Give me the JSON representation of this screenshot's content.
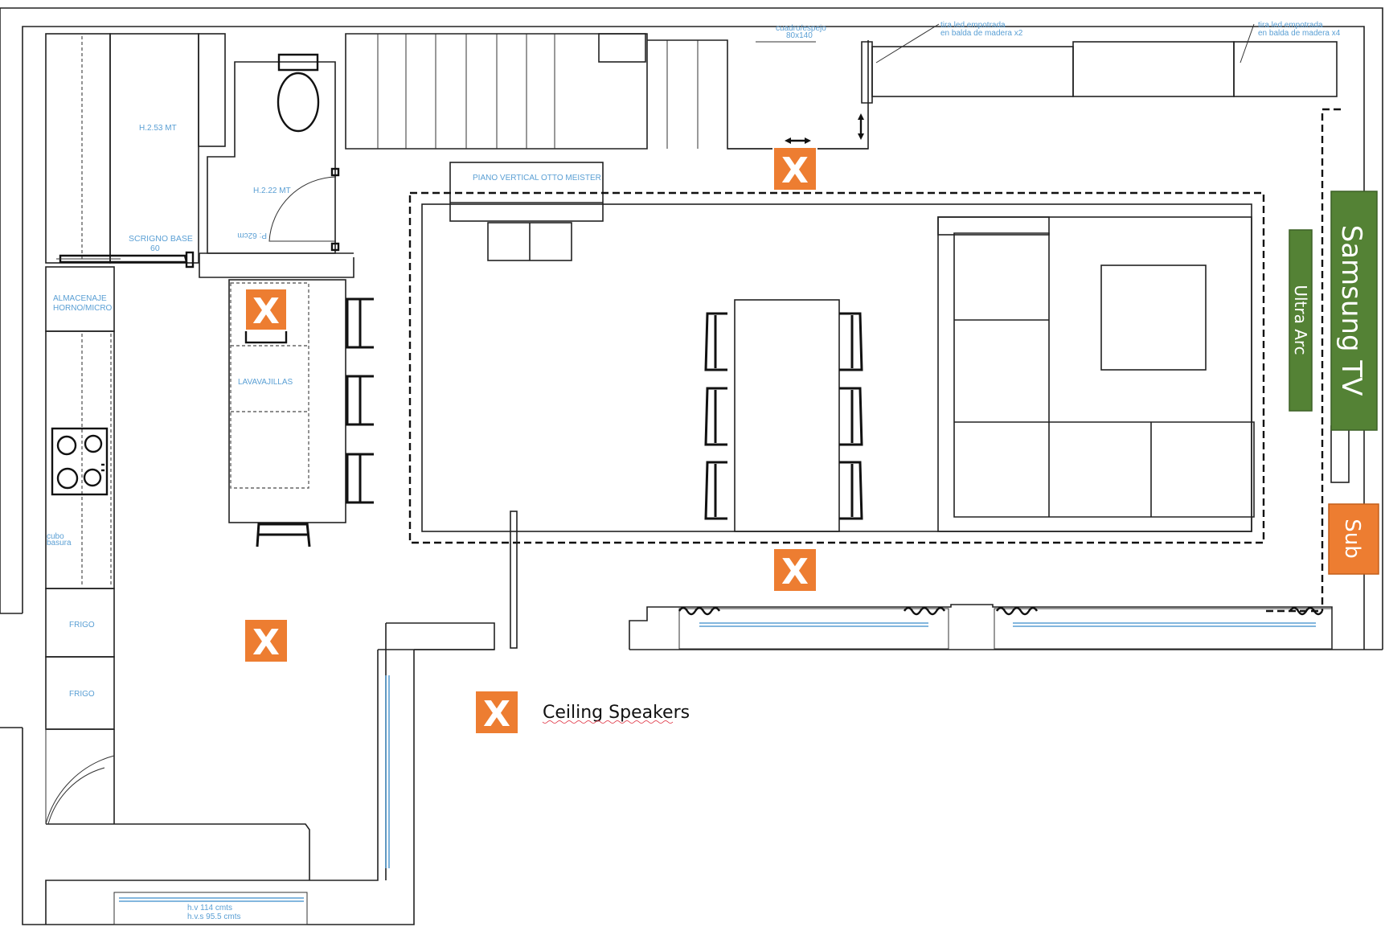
{
  "labels": {
    "h253": "H.2.53 MT",
    "h222": "H.2.22 MT",
    "door_width": "P: 62cm",
    "scrigno": "SCRIGNO BASE",
    "scrigno_size": "60",
    "almacenaje_1": "ALMACENAJE",
    "almacenaje_2": "HORNO/MICRO",
    "lavavajillas": "LAVAVAJILLAS",
    "frigo_1": "FRIGO",
    "frigo_2": "FRIGO",
    "piano": "PIANO VERTICAL OTTO MEISTER",
    "cuadro_1": "cuadro/espejo",
    "cuadro_2": "80x140",
    "led_a_1": "tira led empotrada",
    "led_a_2": "en balda de madera x2",
    "led_b_1": "tira led empotrada",
    "led_b_2": "en balda de madera x4",
    "window_1": "h.v 114 cmts",
    "window_2": "h.v.s 95.5 cmts",
    "small_1": "cubo",
    "small_2": "basura"
  },
  "equipment": {
    "tv": "Samsung TV",
    "soundbar": "Ultra Arc",
    "sub": "Sub"
  },
  "speaker_mark": "X",
  "legend": {
    "mark": "X",
    "text": "Ceiling Speakers"
  },
  "colors": {
    "speaker": "#ed7d31",
    "tv": "#548235",
    "soundbar": "#548235",
    "sub": "#ed7d31",
    "annotation": "#5a9fd4",
    "wall": "#222222"
  }
}
